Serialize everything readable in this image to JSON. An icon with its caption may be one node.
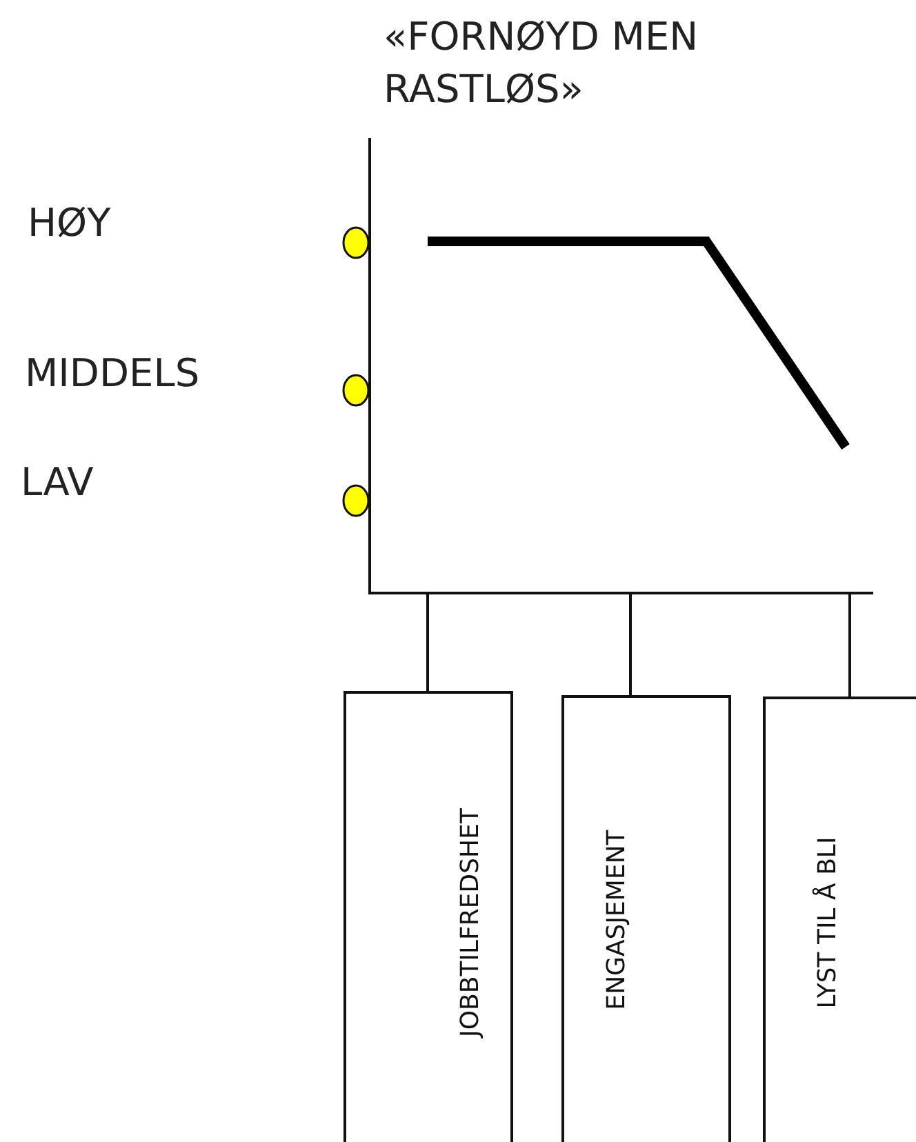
{
  "diagram": {
    "title": "«FORNØYD MEN RASTLØS»",
    "nodes": [
      {
        "text": [
          "JOBBTILFREDSHET"
        ]
      },
      {
        "text": [
          "ENGASJEMENT"
        ]
      },
      {
        "text": [
          "LYST TIL Å BLI"
        ]
      }
    ],
    "edges": [
      {
        "from": null,
        "to": 0,
        "arrow": "none"
      },
      {
        "from": null,
        "to": 1,
        "arrow": "none"
      },
      {
        "from": null,
        "to": 2,
        "arrow": "none"
      }
    ],
    "labels": [
      "HØY",
      "MIDDELS",
      "LAV"
    ]
  }
}
